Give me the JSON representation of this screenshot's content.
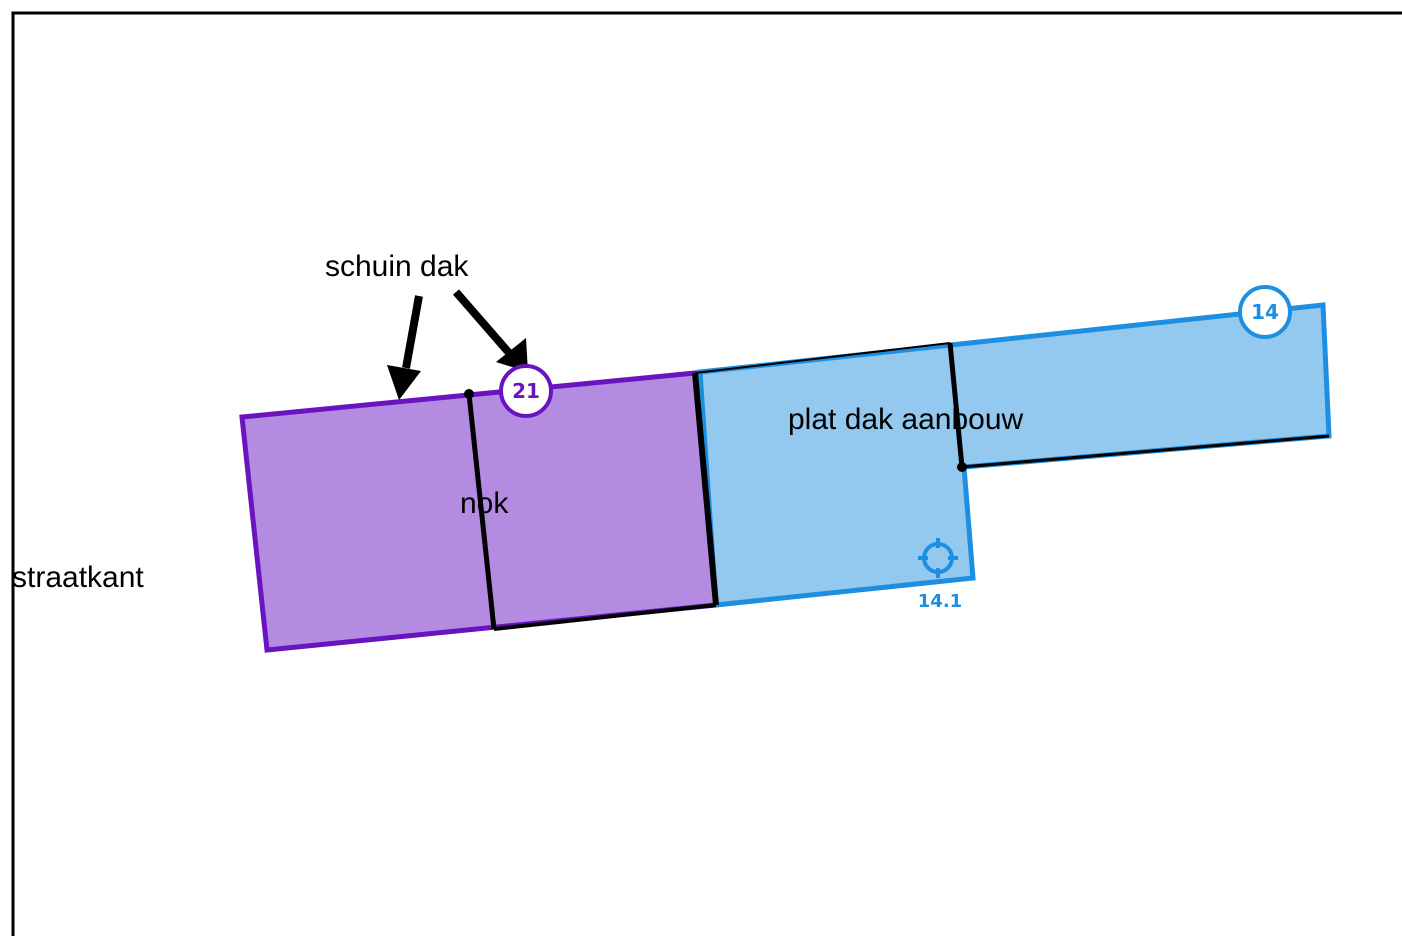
{
  "labels": {
    "street": "straatkant",
    "sloped_roof": "schuin dak",
    "ridge": "nok",
    "flat_roof_extension": "plat dak aanbouw"
  },
  "markers": {
    "main_roof": "21",
    "extension_roof": "14",
    "extension_sub": "14.1"
  },
  "colors": {
    "main_fill": "#b38be0",
    "main_stroke": "#6a14bf",
    "extension_fill": "#93c8ef",
    "extension_stroke": "#1e8fe0",
    "line": "#000000",
    "frame": "#000000"
  }
}
